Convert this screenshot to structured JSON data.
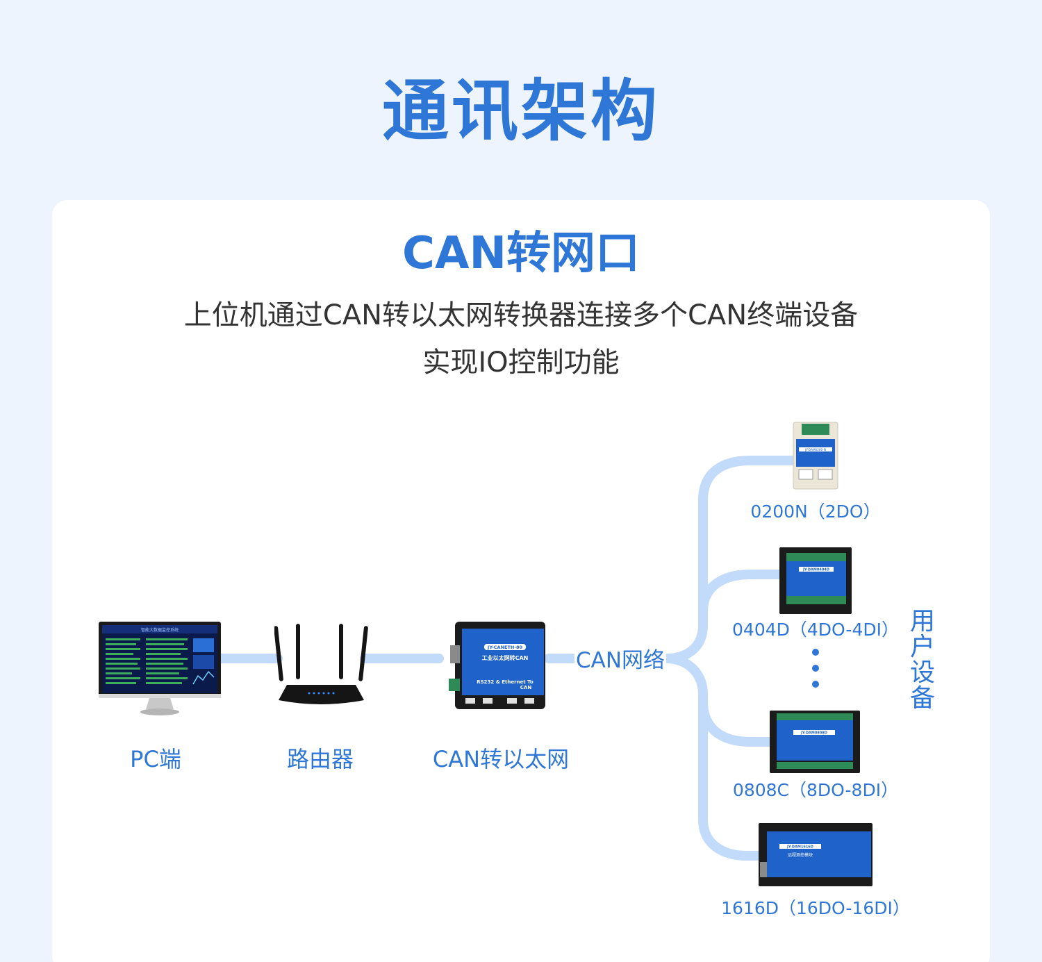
{
  "page_title": "通讯架构",
  "section_title": "CAN转网口",
  "description": [
    "上位机通过CAN转以太网转换器连接多个CAN终端设备",
    "实现IO控制功能"
  ],
  "nodes": {
    "pc": "PC端",
    "router": "路由器",
    "converter": "CAN转以太网",
    "network": "CAN网络",
    "user_devices": "用户设备"
  },
  "converter_device": {
    "model": "JY-CANETH-80",
    "subtitle": "工业以太网转CAN",
    "line1": "RS232 & Ethernet To",
    "line2": "CAN"
  },
  "pc_screen_title": "智能大数据监控系统",
  "devices": [
    {
      "label": "0200N（2DO）",
      "model": "JY-DAM0200-N"
    },
    {
      "label": "0404D（4DO-4DI）",
      "model": "JY-DAM0404D"
    },
    {
      "label": "0808C（8DO-8DI）",
      "model": "JY-DAM0808D"
    },
    {
      "label": "1616D（16DO-16DI）",
      "model": "JY-DAM1616D",
      "sub": "远程测控模块"
    }
  ],
  "colors": {
    "accent": "#2f77d6",
    "link": "#c3dbfb",
    "device_blue": "#1f62c9"
  }
}
